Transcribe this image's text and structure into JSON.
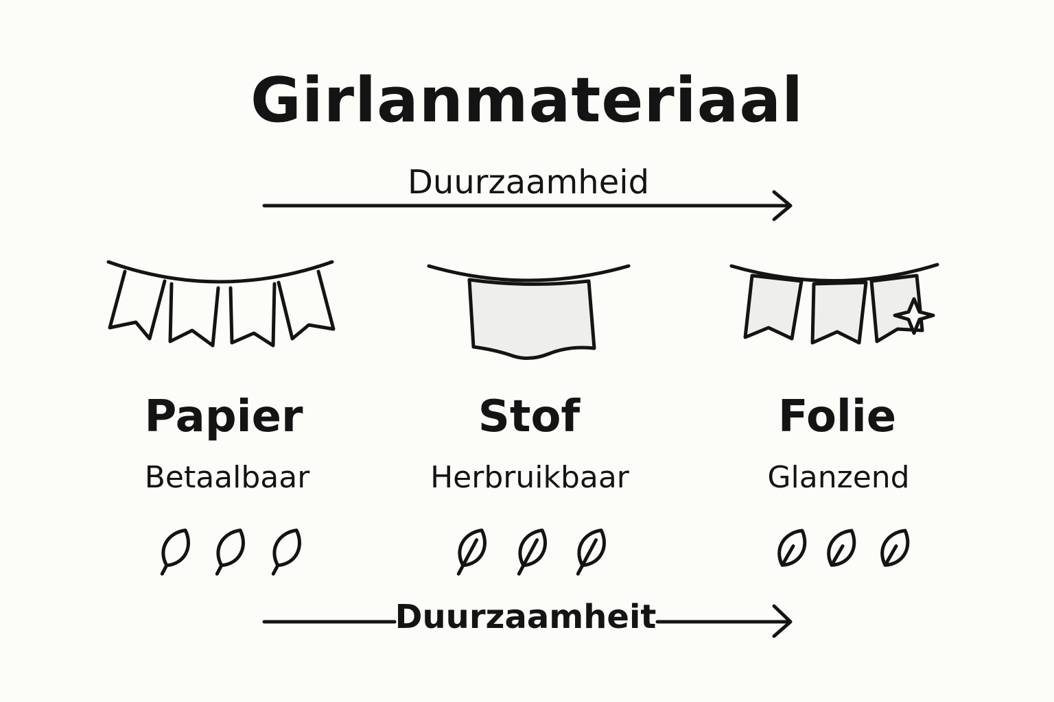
{
  "title": "Girlanmateriaal",
  "axis_top": {
    "label": "Duurzaamheid"
  },
  "axis_bottom": {
    "label": "Duurzaamheit"
  },
  "materials": [
    {
      "name": "Papier",
      "description": "Betaalbaar",
      "icon": "paper-bunting-icon",
      "leaf_count": 3
    },
    {
      "name": "Stof",
      "description": "Herbruikbaar",
      "icon": "fabric-banner-icon",
      "leaf_count": 3
    },
    {
      "name": "Folie",
      "description": "Glanzend",
      "icon": "foil-bunting-icon",
      "leaf_count": 3
    }
  ],
  "colors": {
    "ink": "#141414",
    "fill_light": "#eeeeec",
    "background": "#fcfcf9"
  }
}
